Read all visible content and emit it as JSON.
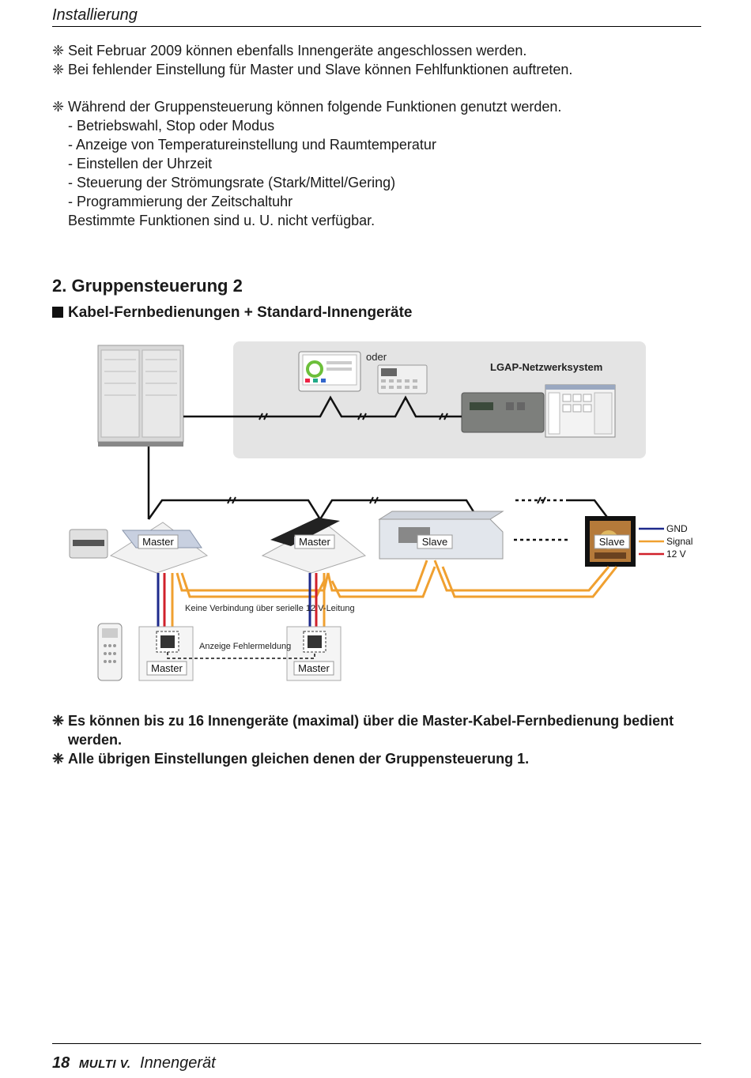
{
  "header": {
    "section": "Installierung"
  },
  "notes_top": [
    "Seit Februar 2009 können ebenfalls Innengeräte angeschlossen werden.",
    "Bei fehlender Einstellung für Master und Slave können Fehlfunktionen auftreten."
  ],
  "group_functions": {
    "intro": "Während der Gruppensteuerung können folgende Funktionen genutzt werden.",
    "items": [
      "- Betriebswahl, Stop oder Modus",
      "- Anzeige von Temperatureinstellung und Raumtemperatur",
      "- Einstellen der Uhrzeit",
      "- Steuerung der Strömungsrate (Stark/Mittel/Gering)",
      "- Programmierung der Zeitschaltuhr"
    ],
    "note": "Bestimmte Funktionen sind u. U. nicht verfügbar."
  },
  "section": {
    "title": "2. Gruppensteuerung 2",
    "subtitle": "Kabel-Fernbedienungen + Standard-Innengeräte"
  },
  "diagram": {
    "oder": "oder",
    "network": "LGAP-Netzwerksystem",
    "units": [
      "Master",
      "Master",
      "Slave",
      "Slave"
    ],
    "wire_labels": [
      "GND",
      "Signal",
      "12 V"
    ],
    "no_connection": "Keine Verbindung über serielle 12 V-Leitung",
    "error_display": "Anzeige Fehlermeldung",
    "remotes": [
      "Master",
      "Master"
    ],
    "colors": {
      "gnd": "#1e2a8c",
      "signal": "#f0a030",
      "v12": "#d0202a"
    }
  },
  "notes_bottom": [
    "Es können bis zu 16 Innengeräte (maximal) über die Master-Kabel-Fernbedienung bedient",
    "werden.",
    "Alle übrigen Einstellungen gleichen denen der Gruppensteuerung 1."
  ],
  "footer": {
    "page": "18",
    "brand": "MULTI V.",
    "label": "Innengerät"
  }
}
